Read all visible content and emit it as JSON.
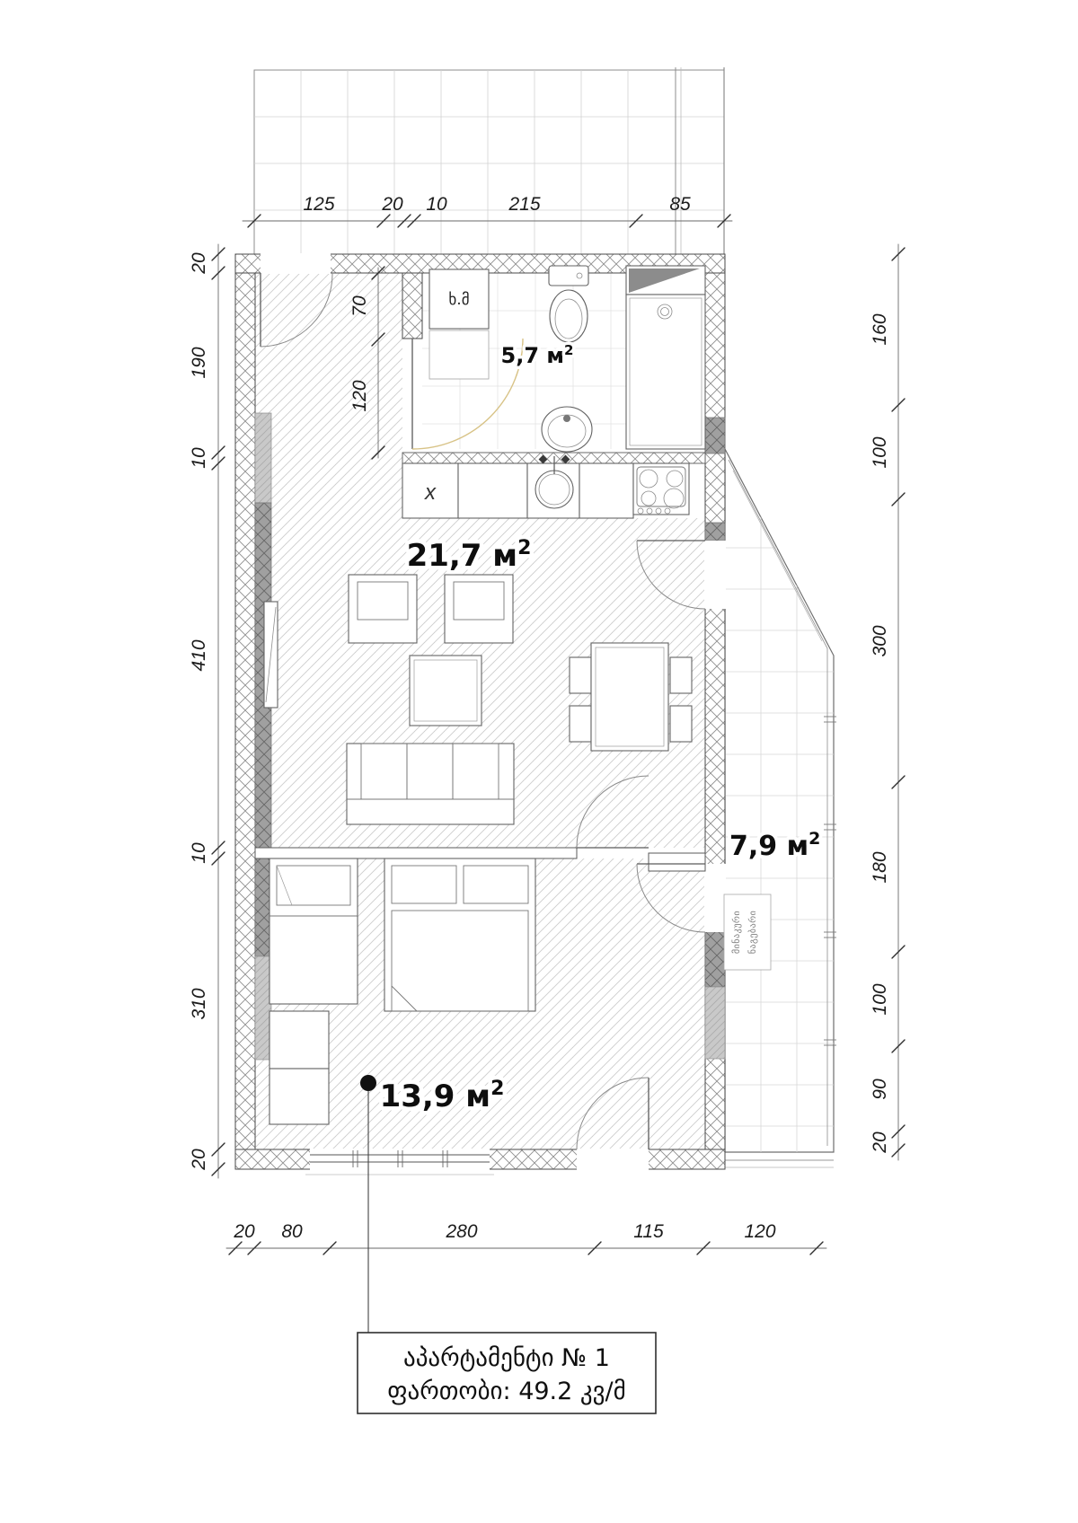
{
  "plan": {
    "title_block": {
      "line1": "აპარტამენტი  №  1",
      "line2": "ფართობი:  49.2  კვ/მ"
    },
    "rooms": {
      "living": {
        "area": "21,7 м",
        "sup": "2"
      },
      "bedroom": {
        "area": "13,9 м",
        "sup": "2"
      },
      "balcony": {
        "area": "7,9 м",
        "sup": "2"
      },
      "bathroom": {
        "area": "5,7 м",
        "sup": "2"
      }
    },
    "labels": {
      "washing_machine": "ხ.მ",
      "cabinet_mark": "x",
      "balcony_note_line1": "მინაკური",
      "balcony_note_line2": "ნაგებარი"
    },
    "dimensions": {
      "top": [
        "125",
        "20",
        "10",
        "215",
        "85"
      ],
      "left": [
        "20",
        "190",
        "10",
        "410",
        "10",
        "310",
        "20"
      ],
      "right": [
        "160",
        "100",
        "300",
        "180",
        "100",
        "90",
        "20"
      ],
      "bottom": [
        "20",
        "80",
        "280",
        "115",
        "120"
      ],
      "bathroom_interior": [
        "70",
        "120"
      ]
    }
  }
}
